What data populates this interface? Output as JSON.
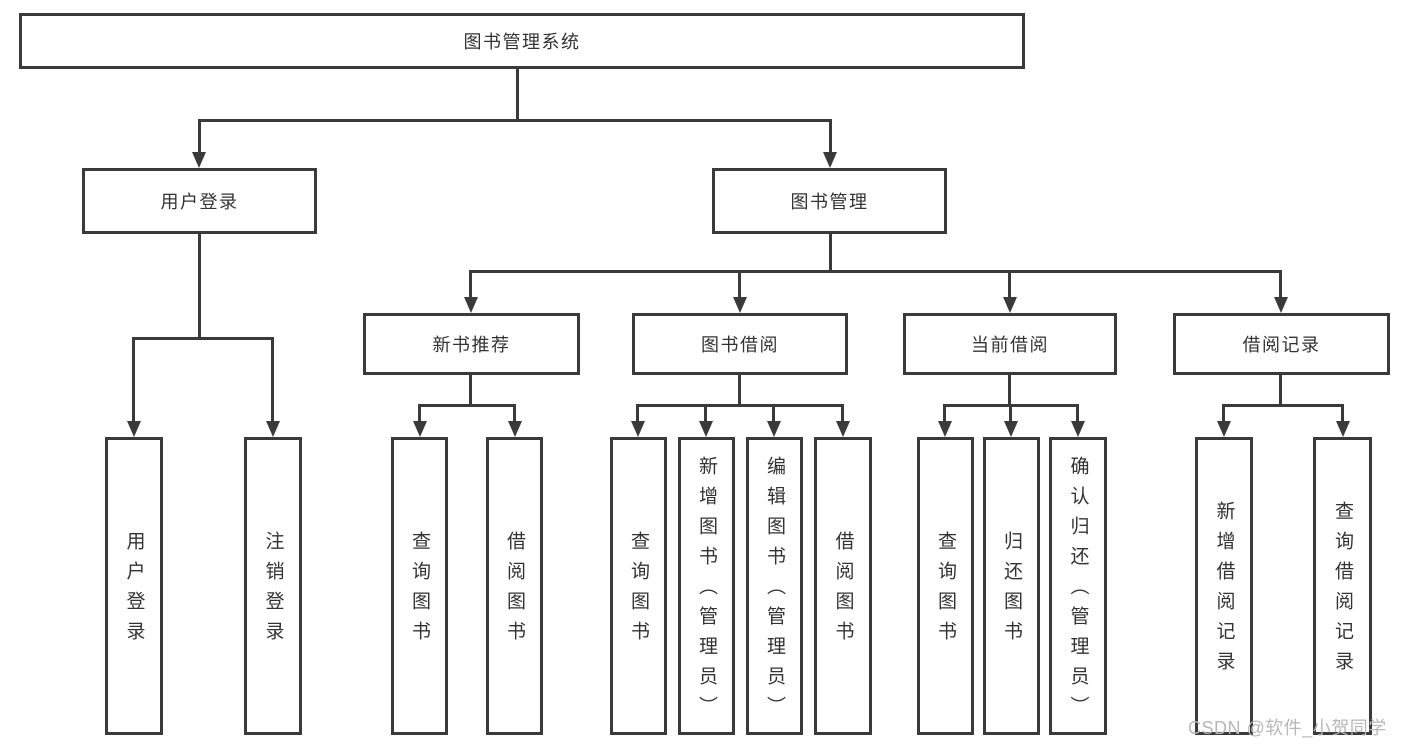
{
  "root": {
    "label": "图书管理系统"
  },
  "user_login": {
    "label": "用户登录",
    "children": [
      {
        "label": "用户登录"
      },
      {
        "label": "注销登录"
      }
    ]
  },
  "book_mgmt": {
    "label": "图书管理",
    "sections": [
      {
        "label": "新书推荐",
        "children": [
          {
            "label": "查询图书"
          },
          {
            "label": "借阅图书"
          }
        ]
      },
      {
        "label": "图书借阅",
        "children": [
          {
            "label": "查询图书"
          },
          {
            "label": "新增图书（管理员）"
          },
          {
            "label": "编辑图书（管理员）"
          },
          {
            "label": "借阅图书"
          }
        ]
      },
      {
        "label": "当前借阅",
        "children": [
          {
            "label": "查询图书"
          },
          {
            "label": "归还图书"
          },
          {
            "label": "确认归还（管理员）"
          }
        ]
      },
      {
        "label": "借阅记录",
        "children": [
          {
            "label": "新增借阅记录"
          },
          {
            "label": "查询借阅记录"
          }
        ]
      }
    ]
  },
  "watermark": {
    "text": "CSDN @软件_小贺同学"
  },
  "colors": {
    "line": "#3a3a3a",
    "text": "#333333",
    "watermark": "#b8b8b8",
    "background": "#ffffff"
  }
}
